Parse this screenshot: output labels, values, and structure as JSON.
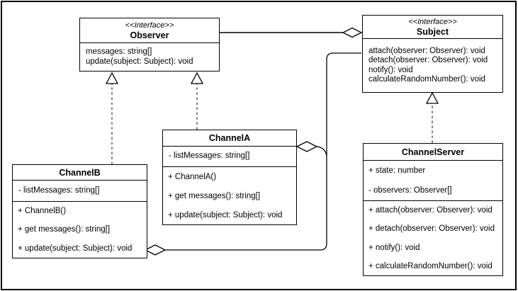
{
  "diagram": {
    "kind": "uml-class-diagram",
    "pattern": "Observer",
    "background_color": "#ffffff",
    "stroke_color": "#000000"
  },
  "classes": {
    "observer": {
      "stereotype": "<<Interface>>",
      "title": "Observer",
      "members": [
        "messages: string[]",
        "update(subject: Subject): void"
      ]
    },
    "subject": {
      "stereotype": "<<Interface>>",
      "title": "Subject",
      "members": [
        "attach(observer: Observer): void",
        "detach(observer: Observer): void",
        "notify(): void",
        "calculateRandomNumber(): void"
      ]
    },
    "channelA": {
      "title": "ChannelA",
      "attributes": [
        "- listMessages: string[]"
      ],
      "methods": [
        "+ ChannelA()",
        "+ get messages(): string[]",
        "+ update(subject: Subject): void"
      ]
    },
    "channelB": {
      "title": "ChannelB",
      "attributes": [
        "- listMessages: string[]"
      ],
      "methods": [
        "+ ChannelB()",
        "+ get messages(): string[]",
        "+ update(subject: Subject): void"
      ]
    },
    "channelServer": {
      "title": "ChannelServer",
      "attributes": [
        "+ state: number",
        "- observers: Observer[]"
      ],
      "methods": [
        "+ attach(observer: Observer): void",
        "+ detach(observer: Observer): void",
        "+ notify(): void",
        "+ calculateRandomNumber(): void"
      ]
    }
  },
  "relationships": [
    {
      "from": "Observer",
      "to": "Subject",
      "type": "aggregation"
    },
    {
      "from": "ChannelA",
      "to": "Observer",
      "type": "realization"
    },
    {
      "from": "ChannelB",
      "to": "Observer",
      "type": "realization"
    },
    {
      "from": "ChannelServer",
      "to": "Subject",
      "type": "realization"
    },
    {
      "from": "ChannelA",
      "to": "Subject",
      "type": "aggregation"
    },
    {
      "from": "ChannelB",
      "to": "Subject",
      "type": "aggregation"
    }
  ]
}
